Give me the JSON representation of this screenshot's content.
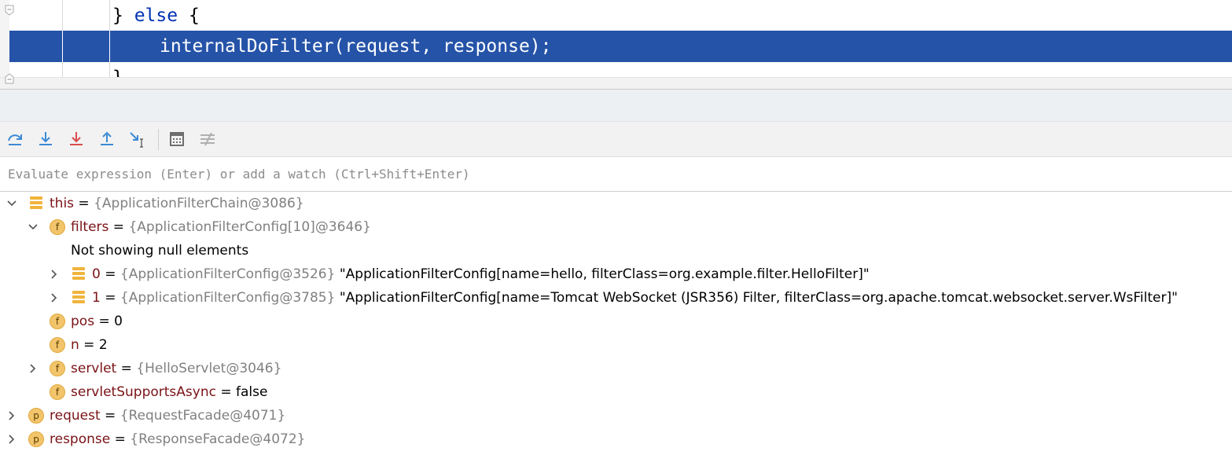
{
  "editor": {
    "lines": [
      {
        "kw1": "} ",
        "kw2": "else",
        "rest": " {"
      },
      {
        "text": "internalDoFilter(request, response);"
      },
      {
        "text": "}"
      }
    ]
  },
  "toolbar": {
    "buttons": [
      {
        "name": "step-over-icon",
        "title": "Step Over"
      },
      {
        "name": "step-into-icon",
        "title": "Step Into"
      },
      {
        "name": "force-step-into-icon",
        "title": "Force Step Into"
      },
      {
        "name": "step-out-icon",
        "title": "Step Out"
      },
      {
        "name": "run-to-cursor-icon",
        "title": "Run to Cursor"
      },
      {
        "name": "evaluate-expression-icon",
        "title": "Evaluate Expression"
      },
      {
        "name": "trace-current-stream-icon",
        "title": "Trace Current Stream Chain"
      }
    ],
    "colors": {
      "blue": "#3c8ad6",
      "red": "#db4b4b",
      "gray": "#6e6e6e"
    }
  },
  "eval": {
    "placeholder": "Evaluate expression (Enter) or add a watch (Ctrl+Shift+Enter)"
  },
  "variables": [
    {
      "expanded": true,
      "icon": "stack",
      "name": "this",
      "eq": " = ",
      "type": "{ApplicationFilterChain@3086}"
    },
    {
      "expanded": true,
      "icon": "f",
      "name": "filters",
      "eq": " = ",
      "type": "{ApplicationFilterConfig[10]@3646}"
    },
    {
      "note": "Not showing null elements"
    },
    {
      "expanded": false,
      "icon": "stack",
      "name": "0",
      "eq": " = ",
      "type": "{ApplicationFilterConfig@3526}",
      "value": " \"ApplicationFilterConfig[name=hello, filterClass=org.example.filter.HelloFilter]\""
    },
    {
      "expanded": false,
      "icon": "stack",
      "name": "1",
      "eq": " = ",
      "type": "{ApplicationFilterConfig@3785}",
      "value": " \"ApplicationFilterConfig[name=Tomcat WebSocket (JSR356) Filter, filterClass=org.apache.tomcat.websocket.server.WsFilter]\""
    },
    {
      "icon": "f",
      "name": "pos",
      "eq": " = ",
      "value": "0"
    },
    {
      "icon": "f",
      "name": "n",
      "eq": " = ",
      "value": "2"
    },
    {
      "expanded": false,
      "icon": "f",
      "name": "servlet",
      "eq": " = ",
      "type": "{HelloServlet@3046}"
    },
    {
      "icon": "f",
      "name": "servletSupportsAsync",
      "eq": " = ",
      "value": "false"
    },
    {
      "expanded": false,
      "icon": "p",
      "name": "request",
      "eq": " = ",
      "type": "{RequestFacade@4071}"
    },
    {
      "expanded": false,
      "icon": "p",
      "name": "response",
      "eq": " = ",
      "type": "{ResponseFacade@4072}"
    }
  ]
}
